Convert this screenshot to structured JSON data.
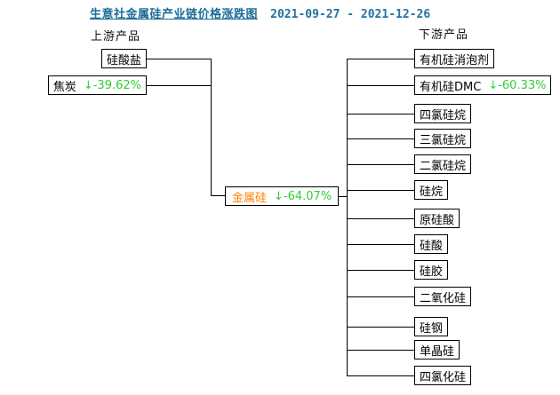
{
  "title": {
    "text": "生意社金属硅产业链价格涨跌图",
    "date_range": "2021-09-27 - 2021-12-26"
  },
  "sections": {
    "upstream": "上游产品",
    "downstream": "下游产品"
  },
  "upstream_products": [
    {
      "label": "硅酸盐",
      "change": ""
    },
    {
      "label": "焦炭",
      "change": "↓-39.62%"
    }
  ],
  "core_product": {
    "label": "金属硅",
    "change": "↓-64.07%"
  },
  "downstream_products": [
    {
      "label": "有机硅消泡剂",
      "change": ""
    },
    {
      "label": "有机硅DMC",
      "change": "↓-60.33%"
    },
    {
      "label": "四氯硅烷",
      "change": ""
    },
    {
      "label": "三氯硅烷",
      "change": ""
    },
    {
      "label": "二氯硅烷",
      "change": ""
    },
    {
      "label": "硅烷",
      "change": ""
    },
    {
      "label": "原硅酸",
      "change": ""
    },
    {
      "label": "硅酸",
      "change": ""
    },
    {
      "label": "硅胶",
      "change": ""
    },
    {
      "label": "二氧化硅",
      "change": ""
    },
    {
      "label": "硅钢",
      "change": ""
    },
    {
      "label": "单晶硅",
      "change": ""
    },
    {
      "label": "四氯化硅",
      "change": ""
    }
  ],
  "colors": {
    "title_blue": "#1b6d96",
    "fall_green": "#33cc33",
    "core_orange": "#ff8000",
    "line_black": "#000000",
    "background": "#ffffff"
  }
}
